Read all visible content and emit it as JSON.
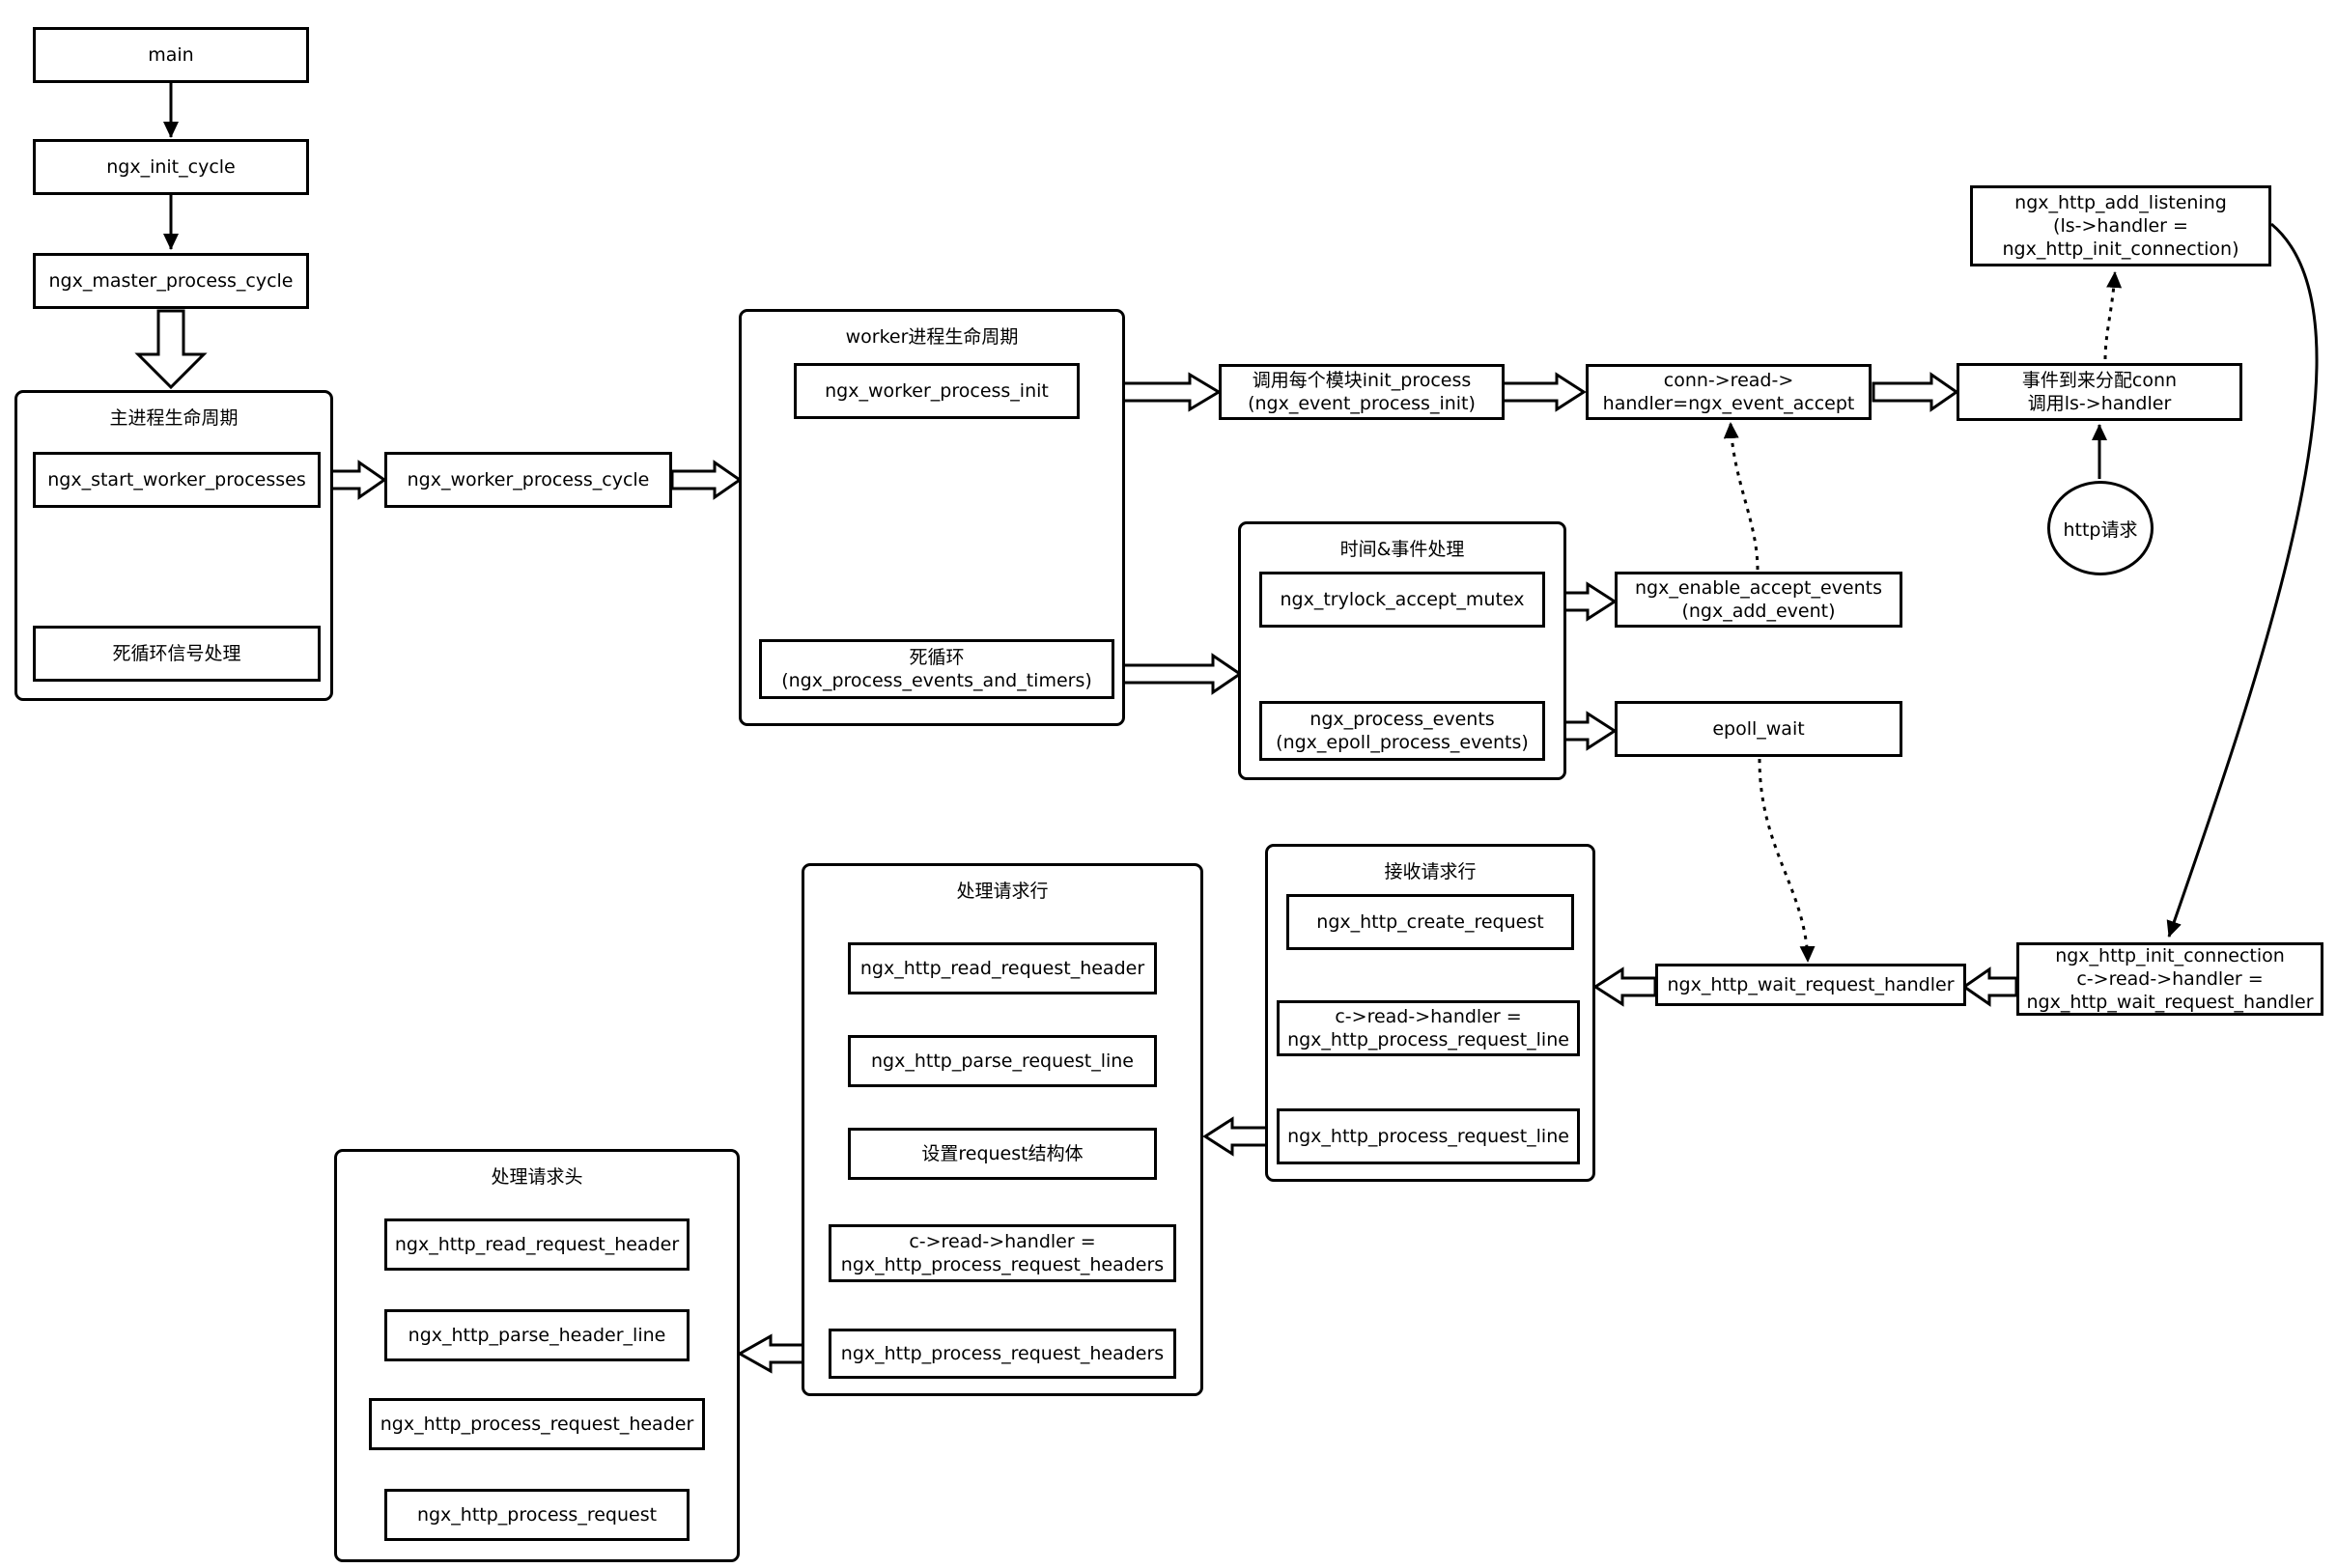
{
  "main_flow": {
    "main": "main",
    "init_cycle": "ngx_init_cycle",
    "master_cycle": "ngx_master_process_cycle"
  },
  "master_group": {
    "title": "主进程生命周期",
    "start_workers": "ngx_start_worker_processes",
    "signal_loop": "死循环信号处理"
  },
  "worker_cycle": "ngx_worker_process_cycle",
  "worker_group": {
    "title": "worker进程生命周期",
    "init": "ngx_worker_process_init",
    "loop": "死循环\n(ngx_process_events_and_timers)"
  },
  "module_init": "调用每个模块init_process\n(ngx_event_process_init)",
  "event_accept": "conn->read->\nhandler=ngx_event_accept",
  "dispatch_conn": "事件到来分配conn\n调用ls->handler",
  "add_listening": "ngx_http_add_listening\n(ls->handler =\nngx_http_init_connection)",
  "http_request": "http请求",
  "events_group": {
    "title": "时间&事件处理",
    "trylock": "ngx_trylock_accept_mutex",
    "process_events": "ngx_process_events\n(ngx_epoll_process_events)"
  },
  "enable_accept": "ngx_enable_accept_events\n(ngx_add_event)",
  "epoll_wait": "epoll_wait",
  "init_connection": "ngx_http_init_connection\nc->read->handler =\nngx_http_wait_request_handler",
  "wait_request": "ngx_http_wait_request_handler",
  "receive_group": {
    "title": "接收请求行",
    "create_request": "ngx_http_create_request",
    "set_handler": "c->read->handler =\nngx_http_process_request_line",
    "process_line": "ngx_http_process_request_line"
  },
  "line_group": {
    "title": "处理请求行",
    "read_header": "ngx_http_read_request_header",
    "parse_line": "ngx_http_parse_request_line",
    "setup_request": "设置request结构体",
    "set_headers_handler": "c->read->handler =\nngx_http_process_request_headers",
    "process_headers": "ngx_http_process_request_headers"
  },
  "header_group": {
    "title": "处理请求头",
    "read_header": "ngx_http_read_request_header",
    "parse_header_line": "ngx_http_parse_header_line",
    "process_header": "ngx_http_process_request_header",
    "process_request": "ngx_http_process_request"
  }
}
